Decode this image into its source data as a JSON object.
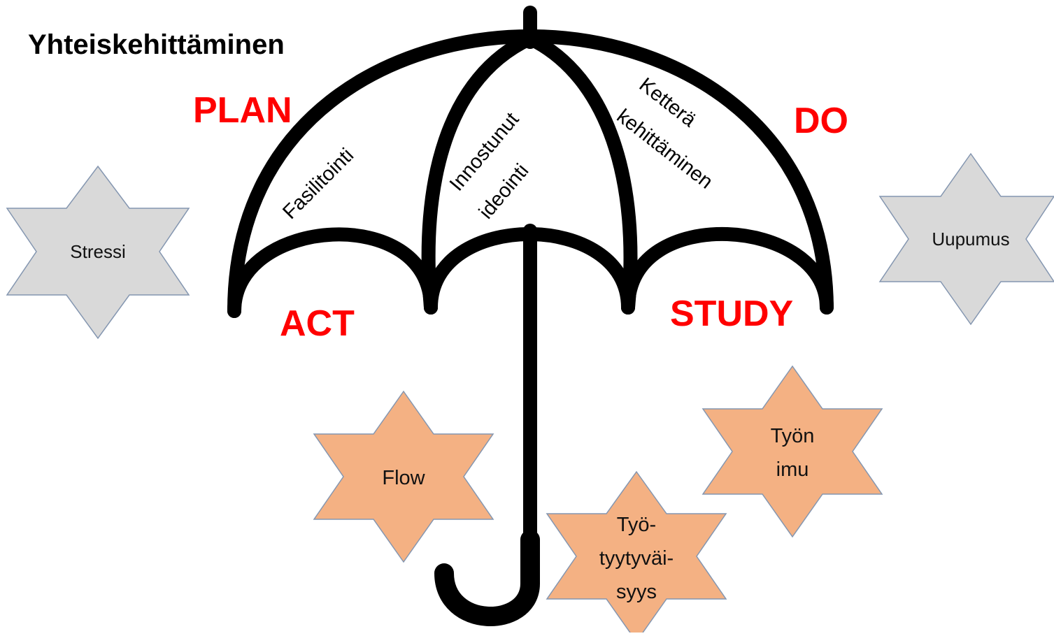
{
  "title": "Yhteiskehittäminen",
  "colors": {
    "pdsa": "#ff0000",
    "umbrella": "#000000",
    "negative_star_fill": "#d9d9d9",
    "negative_star_stroke": "#8496b0",
    "positive_star_fill": "#f4b183",
    "positive_star_stroke": "#8496b0"
  },
  "pdsa": {
    "plan": "PLAN",
    "do": "DO",
    "act": "ACT",
    "study": "STUDY"
  },
  "segments": {
    "left": "Fasilitointi",
    "middle_line1": "Innostunut",
    "middle_line2": "ideointi",
    "right_line1": "Ketterä",
    "right_line2": "kehittäminen"
  },
  "negative_states": [
    {
      "label": "Stressi"
    },
    {
      "label": "Uupumus"
    }
  ],
  "positive_states": {
    "flow": "Flow",
    "engagement_line1": "Työn",
    "engagement_line2": "imu",
    "satisfaction_line1": "Työ-",
    "satisfaction_line2": "tyytyväi-",
    "satisfaction_line3": "syys"
  },
  "icons": [
    "umbrella-icon",
    "hexagram-star-icon"
  ]
}
